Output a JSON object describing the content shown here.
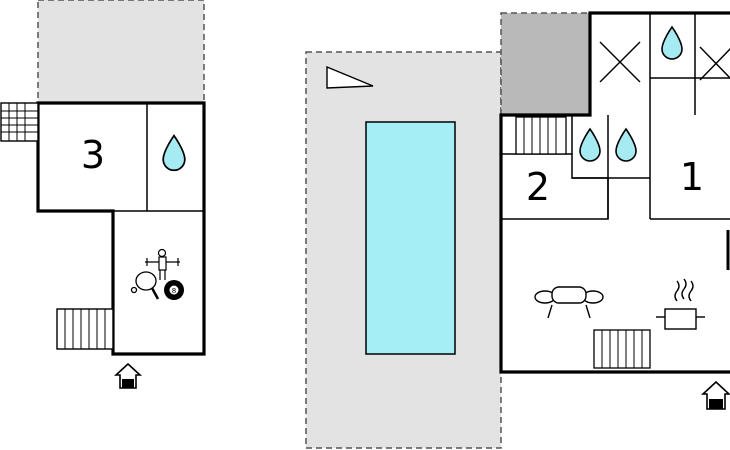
{
  "rooms": {
    "room_3": {
      "label": "3"
    },
    "room_2": {
      "label": "2"
    },
    "room_1": {
      "label": "1"
    }
  },
  "icons": {
    "bathroom": "water-drop-icon",
    "kitchen": "stove-pot-icon",
    "living": "sofa-icon",
    "games": "table-tennis-icon",
    "billiards": "eight-ball-icon",
    "foosball": "foosball-icon",
    "entrance": "house-entrance-icon",
    "stairs": "stairs-icon",
    "pool": "swimming-pool",
    "terrace": "terrace-area",
    "north": "north-arrow-icon"
  },
  "billiard_ball": {
    "label": "8"
  },
  "colors": {
    "water": "#a6eaf2",
    "pool_fill": "#a6eef5",
    "terrace_fill": "#e3e3e3",
    "covered_fill": "#b9b9b9",
    "wall": "#000000"
  }
}
